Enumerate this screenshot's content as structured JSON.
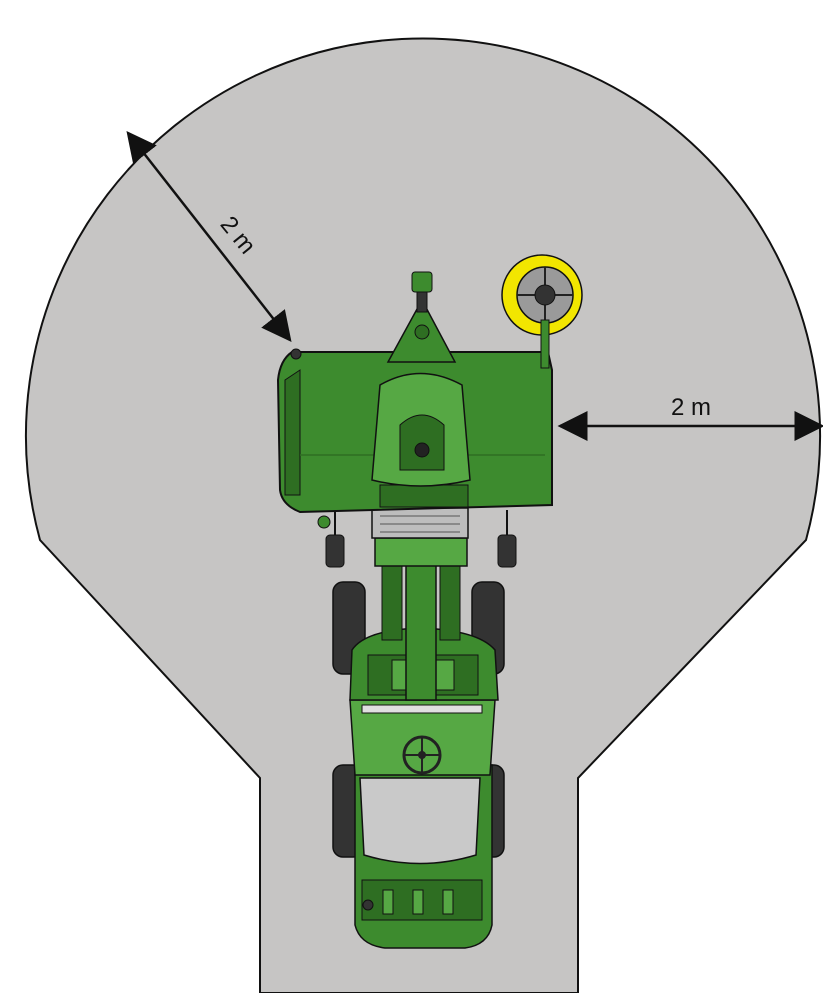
{
  "dimensions": {
    "left_clearance": "2 m",
    "right_clearance": "2 m"
  },
  "colors": {
    "zone_fill": "#c6c5c4",
    "zone_outline": "#111111",
    "body_green": "#3d8b2e",
    "body_green_dark": "#2e6e22",
    "body_green_light": "#56a844",
    "tire": "#333333",
    "chrome": "#c9c9c9",
    "warning_yellow": "#f2e600",
    "arrow": "#111111"
  },
  "icons": {
    "vehicle": "compact-loader-with-mower-deck",
    "brush": "rotating-sweeper-brush"
  }
}
